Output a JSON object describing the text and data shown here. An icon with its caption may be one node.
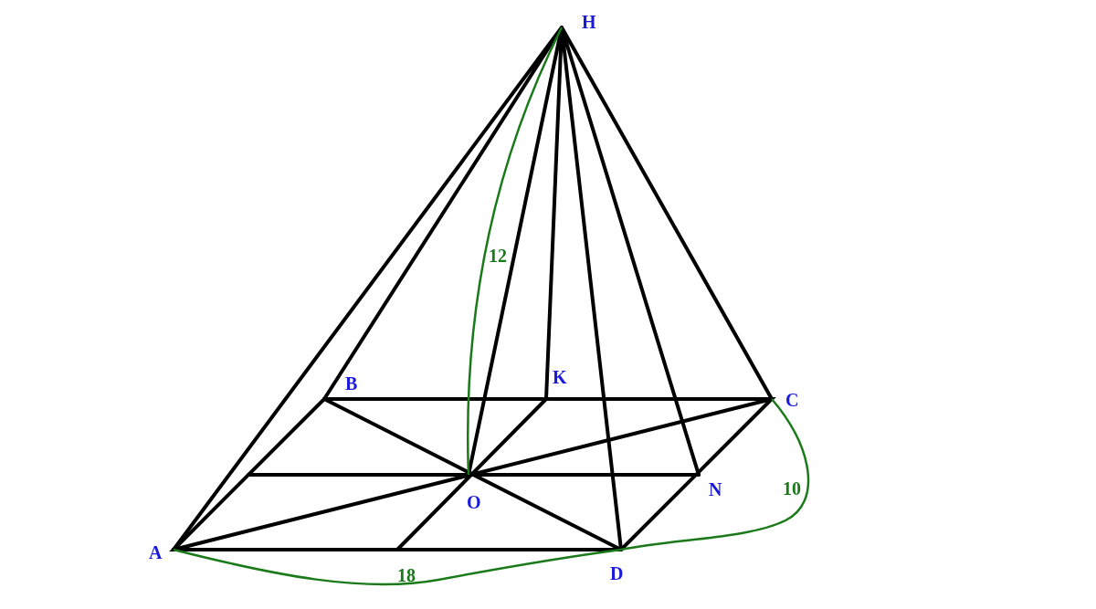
{
  "diagram": {
    "labels": [
      "H",
      "12",
      "B",
      "K",
      "C",
      "N",
      "10",
      "O",
      "A",
      "18",
      "D"
    ]
  }
}
